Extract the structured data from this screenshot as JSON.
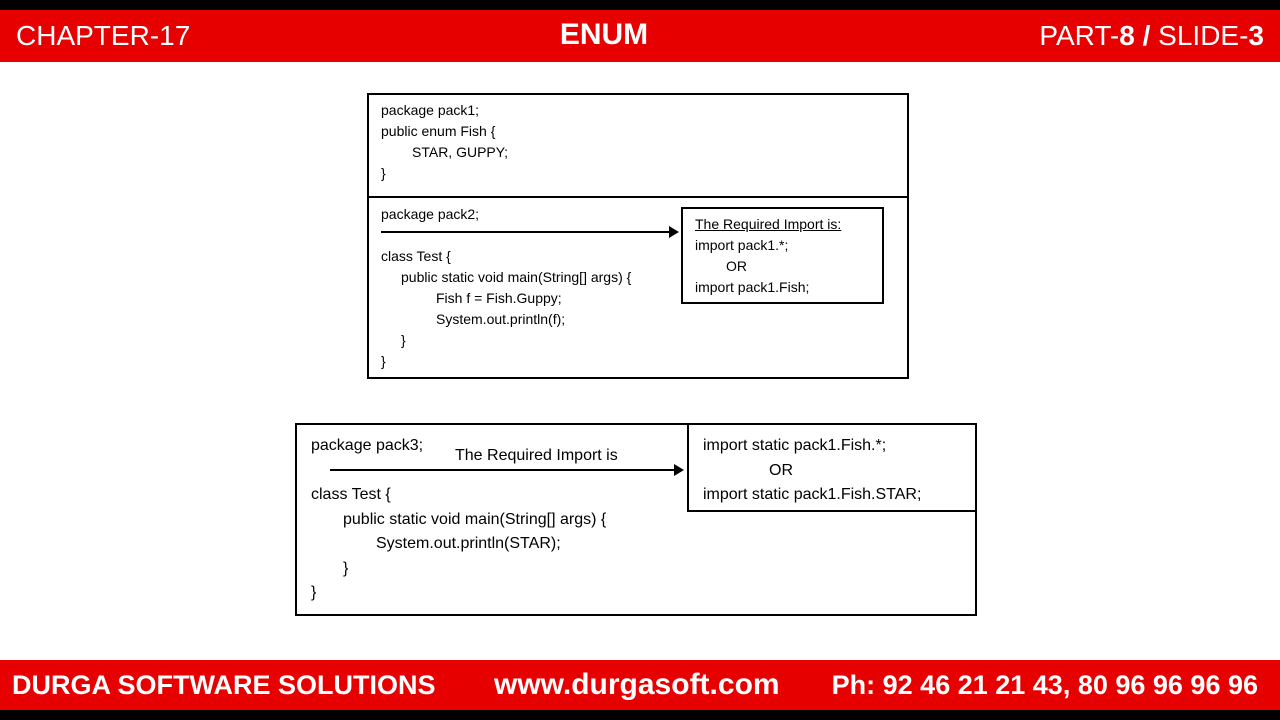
{
  "header": {
    "chapter": "CHAPTER-17",
    "title": "ENUM",
    "part_prefix": "PART-",
    "part_num": "8",
    "sep": " / ",
    "slide_prefix": "SLIDE-",
    "slide_num": "3"
  },
  "top_box": {
    "pack1_lines": [
      "package pack1;",
      "public enum Fish {",
      "STAR, GUPPY;",
      "}"
    ],
    "pack2_lines": [
      "package pack2;",
      "class Test {",
      "public static void main(String[] args) {",
      "Fish f = Fish.Guppy;",
      "System.out.println(f);",
      "}",
      "}"
    ],
    "import_box": {
      "heading": "The Required Import is:",
      "line1": "import pack1.*;",
      "or": "OR",
      "line2": "import pack1.Fish;"
    }
  },
  "bottom_box": {
    "lines": [
      "package pack3;",
      "class Test {",
      "public static void main(String[] args) {",
      "System.out.println(STAR);",
      "}",
      "}"
    ],
    "arrow_label": "The Required Import is",
    "import_box": {
      "line1": "import static pack1.Fish.*;",
      "or": "OR",
      "line2": "import static pack1.Fish.STAR;"
    }
  },
  "footer": {
    "company": "DURGA SOFTWARE SOLUTIONS",
    "website": "www.durgasoft.com",
    "phone": "Ph: 92 46 21 21 43, 80 96 96 96 96"
  }
}
